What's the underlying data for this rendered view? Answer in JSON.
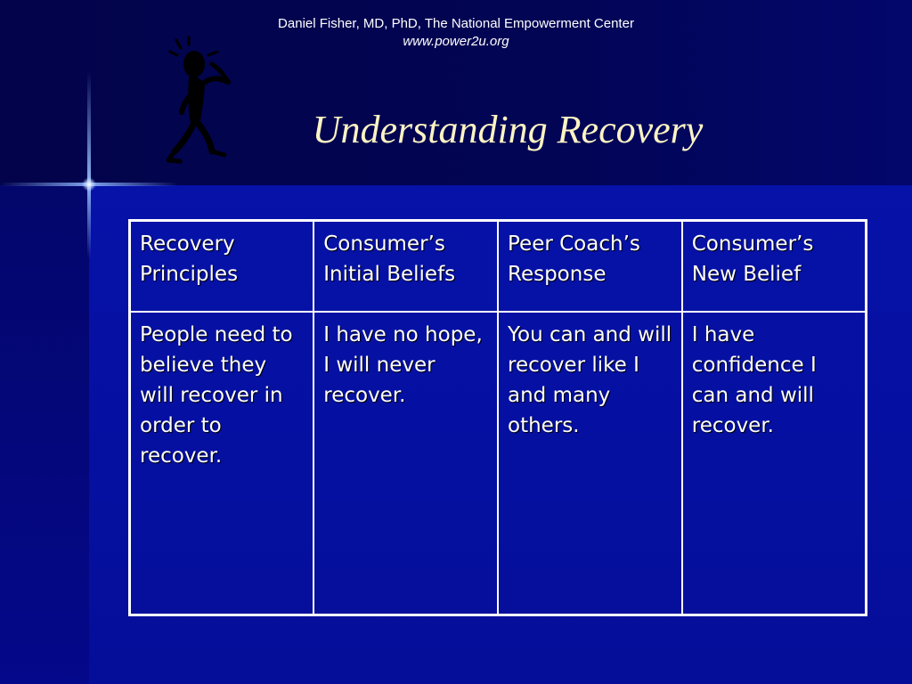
{
  "header": {
    "credit": "Daniel Fisher, MD, PhD,  The National Empowerment Center",
    "url": "www.power2u.org"
  },
  "title": "Understanding Recovery",
  "table": {
    "headers": [
      "Recovery Principles",
      "Consumer’s Initial Beliefs",
      "Peer Coach’s Response",
      "Consumer’s New Belief"
    ],
    "rows": [
      [
        "People need to believe they will recover in order to recover.",
        "I have no hope, I will never recover.",
        "You can and will recover like I and many others.",
        "I have confidence I can and will recover."
      ]
    ]
  },
  "icons": {
    "figure": "stick-figure-icon"
  },
  "colors": {
    "background": "#02044f",
    "panel": "#0612a8",
    "title": "#fcf3c2",
    "text": "#ffffff"
  }
}
